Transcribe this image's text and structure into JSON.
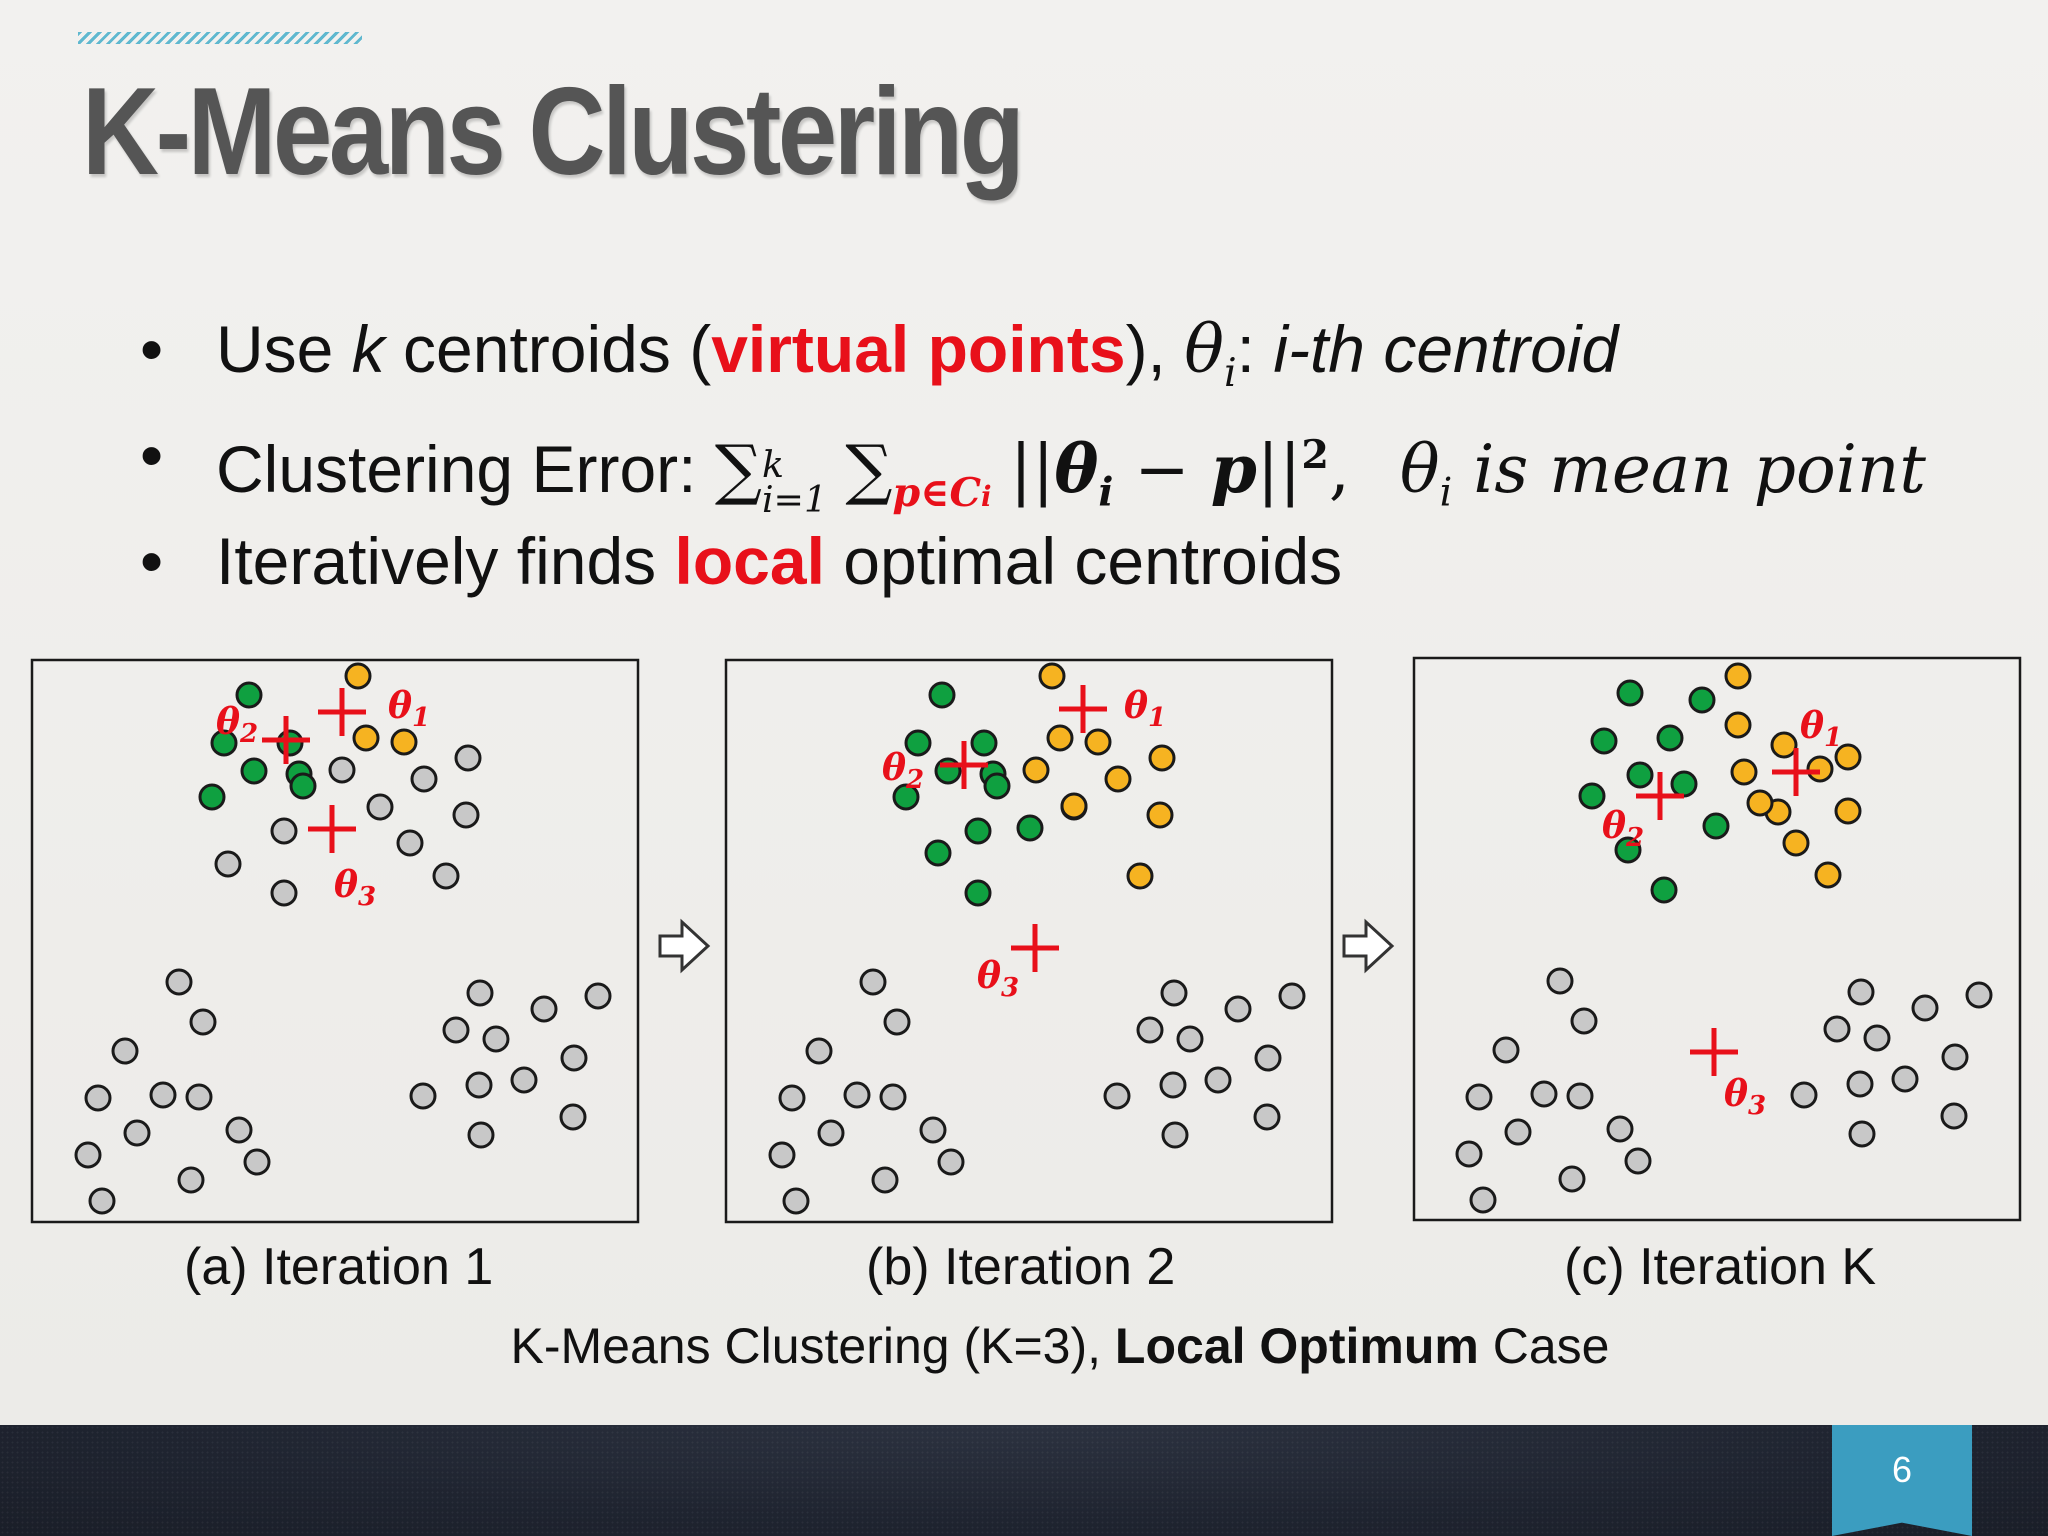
{
  "title": "K-Means Clustering",
  "bullets": {
    "b1": {
      "prefix": "Use ",
      "k": "k",
      "mid": " centroids (",
      "highlight": "virtual points",
      "suffix": "), ",
      "theta": "θ",
      "theta_sub": "i",
      "colon": ":",
      "desc": " i-th centroid"
    },
    "b2": {
      "prefix": "Clustering Error: ",
      "sum1": "∑",
      "sum1_upper": "k",
      "sum1_lower": "i=1",
      "sum2": "∑",
      "sum2_lower": "p∈C",
      "sum2_lower_sub": "i",
      "norm_open": "||",
      "theta": "θ",
      "theta_sub": "i",
      "minus": " − ",
      "p": "p",
      "norm_close": "||",
      "exp": "2",
      "comma": ",",
      "theta2": "θ",
      "theta2_sub": "i",
      "desc": " is mean point"
    },
    "b3": {
      "prefix": "Iteratively finds ",
      "highlight": "local",
      "suffix": " optimal centroids"
    }
  },
  "colors": {
    "green": "#0fa040",
    "orange": "#f6b321",
    "gray": "#c8c8c8",
    "red": "#e8101a",
    "title": "#555555",
    "page_tab": "#3b9dc0"
  },
  "arrow_icon": "hollow-right-arrow-icon",
  "panels": [
    {
      "caption": "(a) Iteration 1",
      "centroids": [
        {
          "label": "θ",
          "sub": "1"
        },
        {
          "label": "θ",
          "sub": "2"
        },
        {
          "label": "θ",
          "sub": "3"
        }
      ]
    },
    {
      "caption": "(b) Iteration 2",
      "centroids": [
        {
          "label": "θ",
          "sub": "1"
        },
        {
          "label": "θ",
          "sub": "2"
        },
        {
          "label": "θ",
          "sub": "3"
        }
      ]
    },
    {
      "caption": "(c) Iteration K",
      "centroids": [
        {
          "label": "θ",
          "sub": "1"
        },
        {
          "label": "θ",
          "sub": "2"
        },
        {
          "label": "θ",
          "sub": "3"
        }
      ]
    }
  ],
  "figure_caption": {
    "prefix": "K-Means Clustering (K=3), ",
    "bold": "Local Optimum",
    "suffix": " Case"
  },
  "page_number": "6"
}
